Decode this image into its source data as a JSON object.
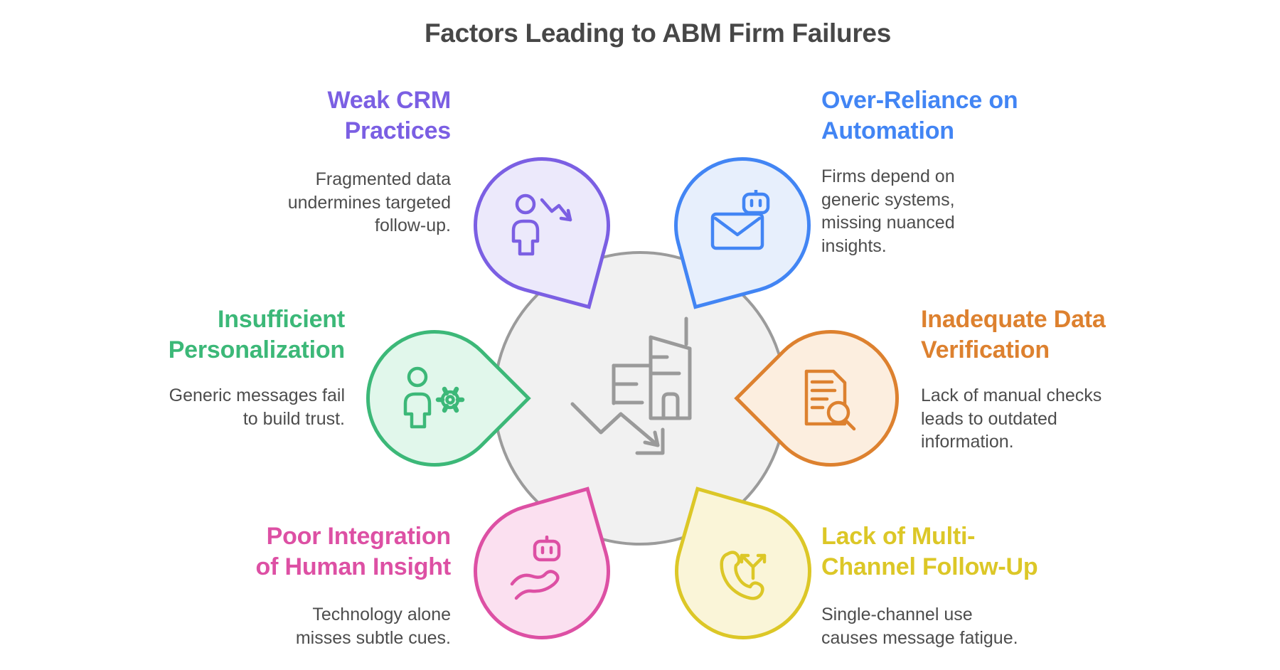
{
  "title": "Factors Leading to ABM Firm Failures",
  "center": {
    "icon": "declining-business-building",
    "fill": "#f1f1f1",
    "border": "#9b9b9b",
    "icon_color": "#9a9a9a"
  },
  "factors": [
    {
      "key": "weak-crm-practices",
      "title": "Weak CRM\nPractices",
      "description": "Fragmented data\nundermines targeted\nfollow-up.",
      "color": "#7B5FE3",
      "petal_fill": "#ECE9FB",
      "icon": "person-decline-icon"
    },
    {
      "key": "over-reliance-on-automation",
      "title": "Over-Reliance on\nAutomation",
      "description": "Firms depend on\ngeneric systems,\nmissing nuanced\ninsights.",
      "color": "#4285F4",
      "petal_fill": "#E7EFFC",
      "icon": "email-bot-icon"
    },
    {
      "key": "insufficient-personalization",
      "title": "Insufficient\nPersonalization",
      "description": "Generic messages fail\nto build trust.",
      "color": "#3CB878",
      "petal_fill": "#E1F7EB",
      "icon": "person-gear-icon"
    },
    {
      "key": "inadequate-data-verification",
      "title": "Inadequate Data\nVerification",
      "description": "Lack of manual checks\nleads to outdated\ninformation.",
      "color": "#DD812F",
      "petal_fill": "#FCEEDF",
      "icon": "document-search-icon"
    },
    {
      "key": "poor-integration-of-human-insight",
      "title": "Poor Integration\nof Human Insight",
      "description": "Technology alone\nmisses subtle cues.",
      "color": "#DD50A4",
      "petal_fill": "#FBE0F0",
      "icon": "hand-bot-icon"
    },
    {
      "key": "lack-of-multi-channel-follow-up",
      "title": "Lack of Multi-\nChannel Follow-Up",
      "description": "Single-channel use\ncauses message fatigue.",
      "color": "#DCC727",
      "petal_fill": "#FAF5D8",
      "icon": "phone-split-arrows-icon"
    }
  ]
}
